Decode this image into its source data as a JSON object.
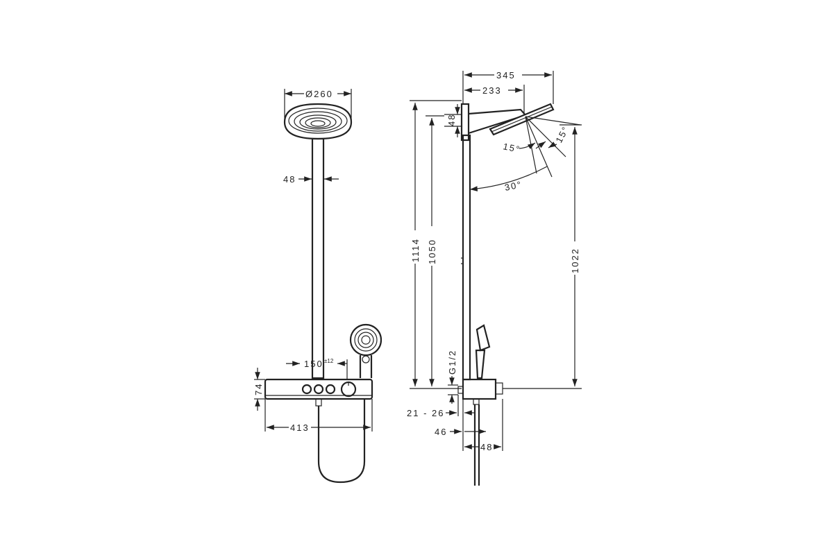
{
  "front_view": {
    "head_diameter": "Ø260",
    "pipe_width": "48",
    "thermostat_spacing": "150",
    "thermostat_spacing_tolerance": "±12",
    "thermostat_height": "74",
    "thermostat_width": "413"
  },
  "side_view": {
    "projection_total": "345",
    "projection_arm": "233",
    "head_thickness": "48",
    "tilt_angle_1": "15°",
    "tilt_angle_2": "15°",
    "tilt_range": "30°",
    "total_height": "1114",
    "head_height": "1050",
    "outlet_height": "1022",
    "connection_thread": "G1/2",
    "connection_range": "21 - 26",
    "wall_offset": "46",
    "pipe_width": "48"
  }
}
